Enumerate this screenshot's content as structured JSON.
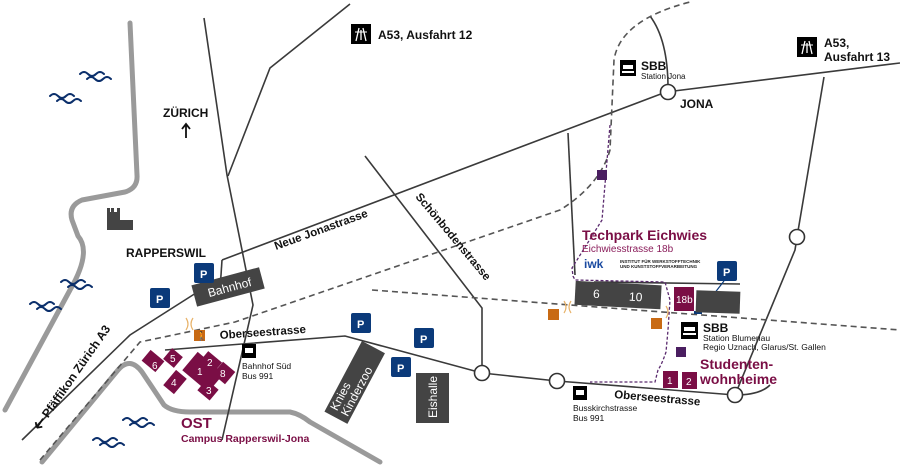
{
  "map": {
    "places": {
      "zurich": "ZÜRICH",
      "rapperswil": "RAPPERSWIL",
      "jona": "JONA"
    },
    "highways": {
      "exit12": "A53, Ausfahrt 12",
      "exit13_line1": "A53,",
      "exit13_line2": "Ausfahrt 13",
      "a3_direction": "Pfäffikon Zürich A3"
    },
    "streets": {
      "neue_jonastrasse": "Neue Jonastrasse",
      "schoenbodenstrasse": "Schönbodenstrasse",
      "oberseestrasse_west": "Oberseestrasse",
      "oberseestrasse_east": "Oberseestrasse"
    },
    "landmarks": {
      "bahnhof": "Bahnhof",
      "knies_line1": "Knies",
      "knies_line2": "Kinderzoo",
      "eishalle": "Eishalle"
    },
    "parking_label": "P",
    "stations": {
      "jona": {
        "operator": "SBB",
        "name": "Station Jona"
      },
      "blumenau": {
        "operator": "SBB",
        "name": "Station Blumenau",
        "lines": "Regio Uznach, Glarus/St. Gallen"
      }
    },
    "bus_stops": {
      "bahnhof_sued": {
        "name": "Bahnhof Süd",
        "line": "Bus 991"
      },
      "busskirchstrasse": {
        "name": "Busskirchstrasse",
        "line": "Bus 991"
      }
    },
    "campus": {
      "title": "OST",
      "subtitle": "Campus Rapperswil-Jona",
      "buildings": [
        "1",
        "2",
        "3",
        "4",
        "5",
        "6",
        "8"
      ]
    },
    "techpark": {
      "title": "Techpark Eichwies",
      "address": "Eichwiesstrasse 18b",
      "institute_logo": "iwk",
      "institute_line1": "INSTITUT FÜR WERKSTOFFTECHNIK",
      "institute_line2": "UND KUNSTSTOFFVERARBEITUNG",
      "buildings": [
        "6",
        "10"
      ],
      "target_building": "18b"
    },
    "dorms": {
      "title_line1": "Studenten-",
      "title_line2": "wohnheime",
      "buildings": [
        "1",
        "2"
      ]
    },
    "colors": {
      "brand": "#7a0e45",
      "parking": "#0b3a7a",
      "water": "#0b2f6b",
      "walk_route": "#5a2a6e",
      "pedestrian_orange": "#c86a14",
      "dark_building": "#444444"
    }
  }
}
